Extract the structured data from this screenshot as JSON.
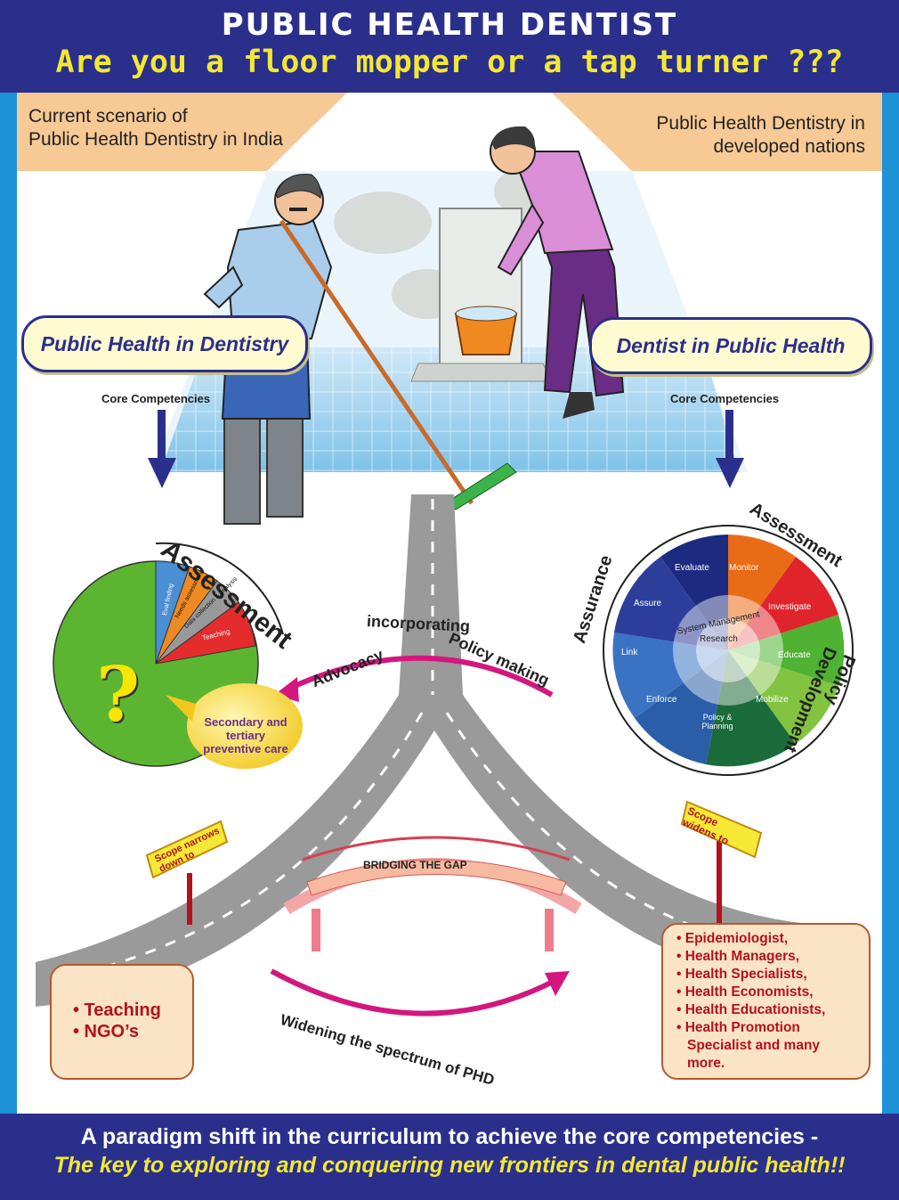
{
  "header": {
    "title": "PUBLIC HEALTH DENTIST",
    "subtitle": "Are you a floor mopper or a tap turner ???"
  },
  "left": {
    "corner_line1": "Current scenario of",
    "corner_line2": "Public Health Dentistry in India",
    "pill": "Public Health in Dentistry",
    "core": "Core Competencies",
    "assessment": "Assessment",
    "question": "?",
    "pie_slices": [
      "Eval finding",
      "Needs assessment",
      "Data collection & analysis",
      "Teaching"
    ],
    "bubble": "Secondary and tertiary preventive care",
    "sign": "Scope narrows down to",
    "box_items": [
      "• Teaching",
      "• NGO’s"
    ]
  },
  "right": {
    "corner_line1": "Public Health Dentistry in",
    "corner_line2": "developed nations",
    "pill": "Dentist in Public Health",
    "core": "Core Competencies",
    "wheel_segments": [
      "Evaluate",
      "Monitor",
      "Investigate",
      "Educate",
      "Mobilize",
      "Policy &",
      "Planning",
      "Enforce",
      "Link",
      "Assure"
    ],
    "wheel_inner": "System Management",
    "wheel_center": "Research",
    "arc_assessment": "Assessment",
    "arc_assurance": "Assurance",
    "arc_policy": "Policy Development",
    "sign": "Scope widens to",
    "box_items": [
      "• Epidemiologist,",
      "• Health Managers,",
      "• Health Specialists,",
      "• Health Economists,",
      "• Health Educationists,",
      "• Health Promotion",
      "Specialist and many",
      "more."
    ]
  },
  "middle": {
    "incorporating": "incorporating",
    "advocacy": "Advocacy",
    "policy_making": "Policy making",
    "bridge": "BRIDGING THE GAP",
    "widening": "Widening the spectrum of PHD"
  },
  "footer": {
    "line1": "A paradigm shift in the curriculum to achieve the core competencies -",
    "line2": "The key to exploring and conquering new frontiers in dental public health!!"
  },
  "colors": {
    "navy": "#2b2f8c",
    "yellow": "#f2e833",
    "sky": "#1d92d6",
    "peach": "#f7c995",
    "magenta": "#d3177f",
    "road": "#9a9a9a"
  }
}
